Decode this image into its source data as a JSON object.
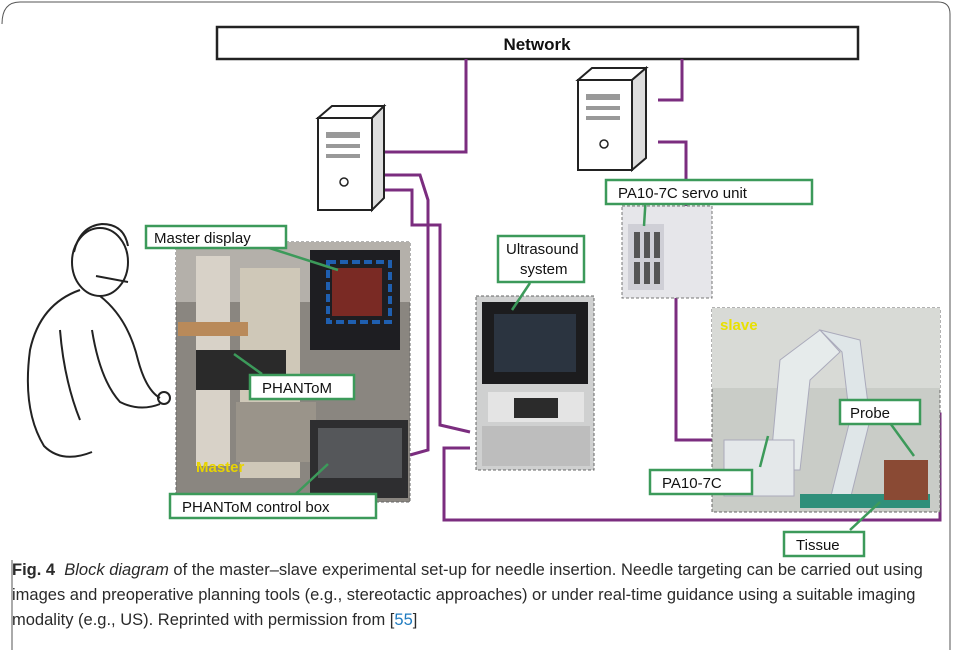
{
  "diagram": {
    "network_label": "Network",
    "labels": {
      "master_display": "Master display",
      "phantom": "PHANToM",
      "phantom_control_box": "PHANToM control box",
      "ultrasound_line1": "Ultrasound",
      "ultrasound_line2": "system",
      "servo_unit": "PA10-7C servo unit",
      "probe": "Probe",
      "pa10": "PA10-7C",
      "tissue": "Tissue",
      "master_photo_tag": "Master",
      "slave_photo_tag": "slave"
    },
    "colors": {
      "link": "#7b2d7f",
      "label_border": "#3c9a5a",
      "display_box": "#1f5fb0",
      "master_tag": "#e8d400",
      "slave_tag": "#e8e000"
    }
  },
  "caption": {
    "fig_label": "Fig. 4",
    "italic_part": "Block diagram",
    "text": " of the master–slave experimental set-up for needle insertion. Needle targeting can be carried out using images and preoperative planning tools (e.g., stereotactic approaches) or under real-time guidance using a suitable imaging modality (e.g., US). Reprinted with permission from ",
    "ref_open": "[",
    "ref": "55",
    "ref_close": "]"
  }
}
